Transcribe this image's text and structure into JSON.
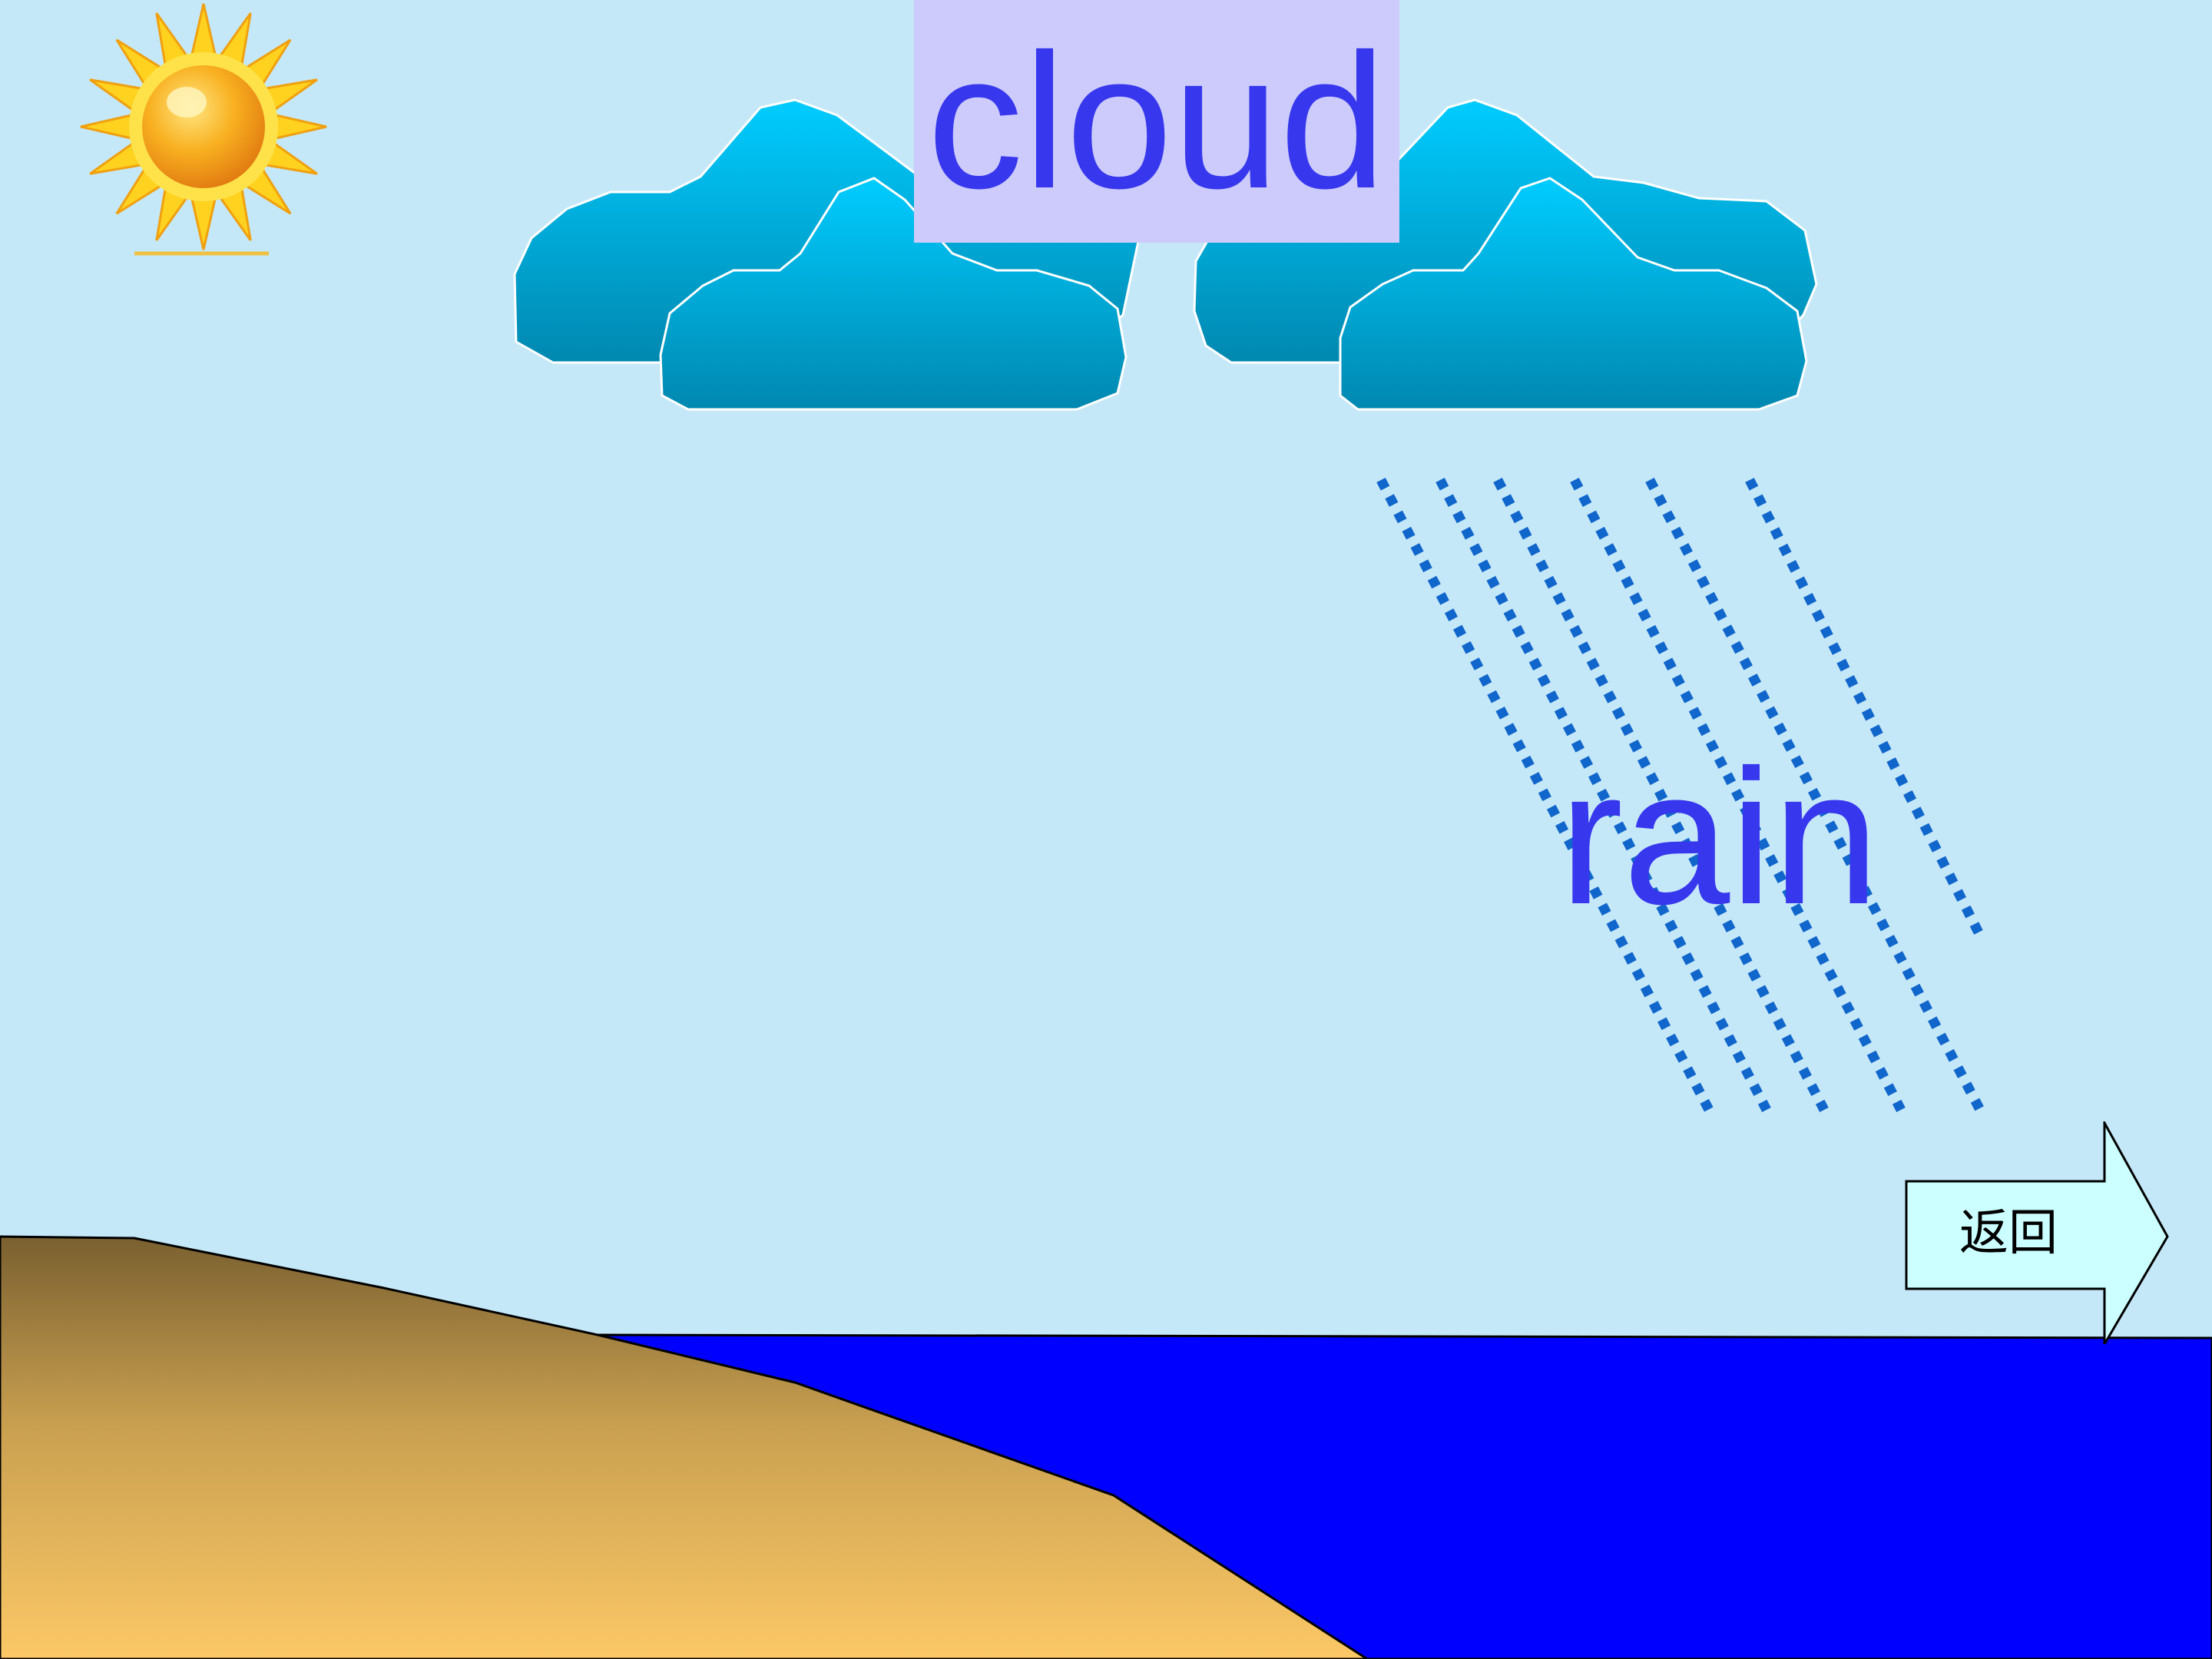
{
  "labels": {
    "cloud": "cloud",
    "rain": "rain"
  },
  "navigation": {
    "back_label": "返回"
  },
  "icons": {
    "sun": "sun-icon",
    "back_arrow": "right-arrow-icon"
  },
  "colors": {
    "sky": "#c5e8f8",
    "label_box": "#cccbfb",
    "label_text": "#3737ee",
    "cloud_top": "#00ccff",
    "cloud_bottom": "#0088b0",
    "rain": "#1166cc",
    "sea": "#0000ff",
    "land_top": "#7a6030",
    "land_bottom": "#fcc866",
    "arrow_fill": "#ccffff"
  }
}
